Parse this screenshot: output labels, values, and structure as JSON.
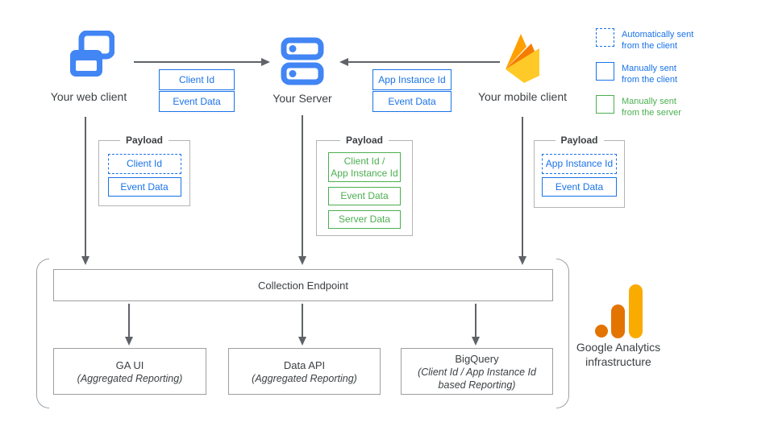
{
  "nodes": {
    "web_client": {
      "label": "Your web client"
    },
    "server": {
      "label": "Your Server"
    },
    "mobile_client": {
      "label": "Your mobile client"
    }
  },
  "edge_labels": {
    "web_to_server": [
      "Client Id",
      "Event Data"
    ],
    "mobile_to_server": [
      "App Instance Id",
      "Event Data"
    ]
  },
  "payloads": {
    "title": "Payload",
    "web": {
      "id_item": "Client Id",
      "event_item": "Event Data"
    },
    "server": {
      "id_item_line1": "Client Id /",
      "id_item_line2": "App Instance Id",
      "event_item": "Event Data",
      "server_item": "Server Data"
    },
    "mobile": {
      "id_item": "App Instance Id",
      "event_item": "Event Data"
    }
  },
  "legend": [
    {
      "swatch": "dashed-blue",
      "line1": "Automatically sent",
      "line2": "from the client"
    },
    {
      "swatch": "solid-blue",
      "line1": "Manually sent",
      "line2": "from the client"
    },
    {
      "swatch": "solid-green",
      "line1": "Manually sent",
      "line2": "from the server"
    }
  ],
  "collection_endpoint": {
    "label": "Collection Endpoint"
  },
  "outputs": [
    {
      "title": "GA UI",
      "subtitle": "(Aggregated Reporting)"
    },
    {
      "title": "Data API",
      "subtitle": "(Aggregated Reporting)"
    },
    {
      "title": "BigQuery",
      "subtitle": "(Client Id / App Instance Id based Reporting)"
    }
  ],
  "infrastructure": {
    "line1": "Google Analytics",
    "line2": "infrastructure"
  },
  "colors": {
    "blue_border": "#1A73E8",
    "icon_blue": "#4285F4",
    "green": "#4CAF50",
    "arrow_gray": "#5F6368",
    "box_gray": "#9E9E9E",
    "firebase_yellow": "#FFCA28",
    "firebase_orange": "#FFA000",
    "firebase_dark_orange": "#F57C00",
    "ga_dark_orange": "#E37400",
    "ga_yellow": "#F9AB00"
  }
}
